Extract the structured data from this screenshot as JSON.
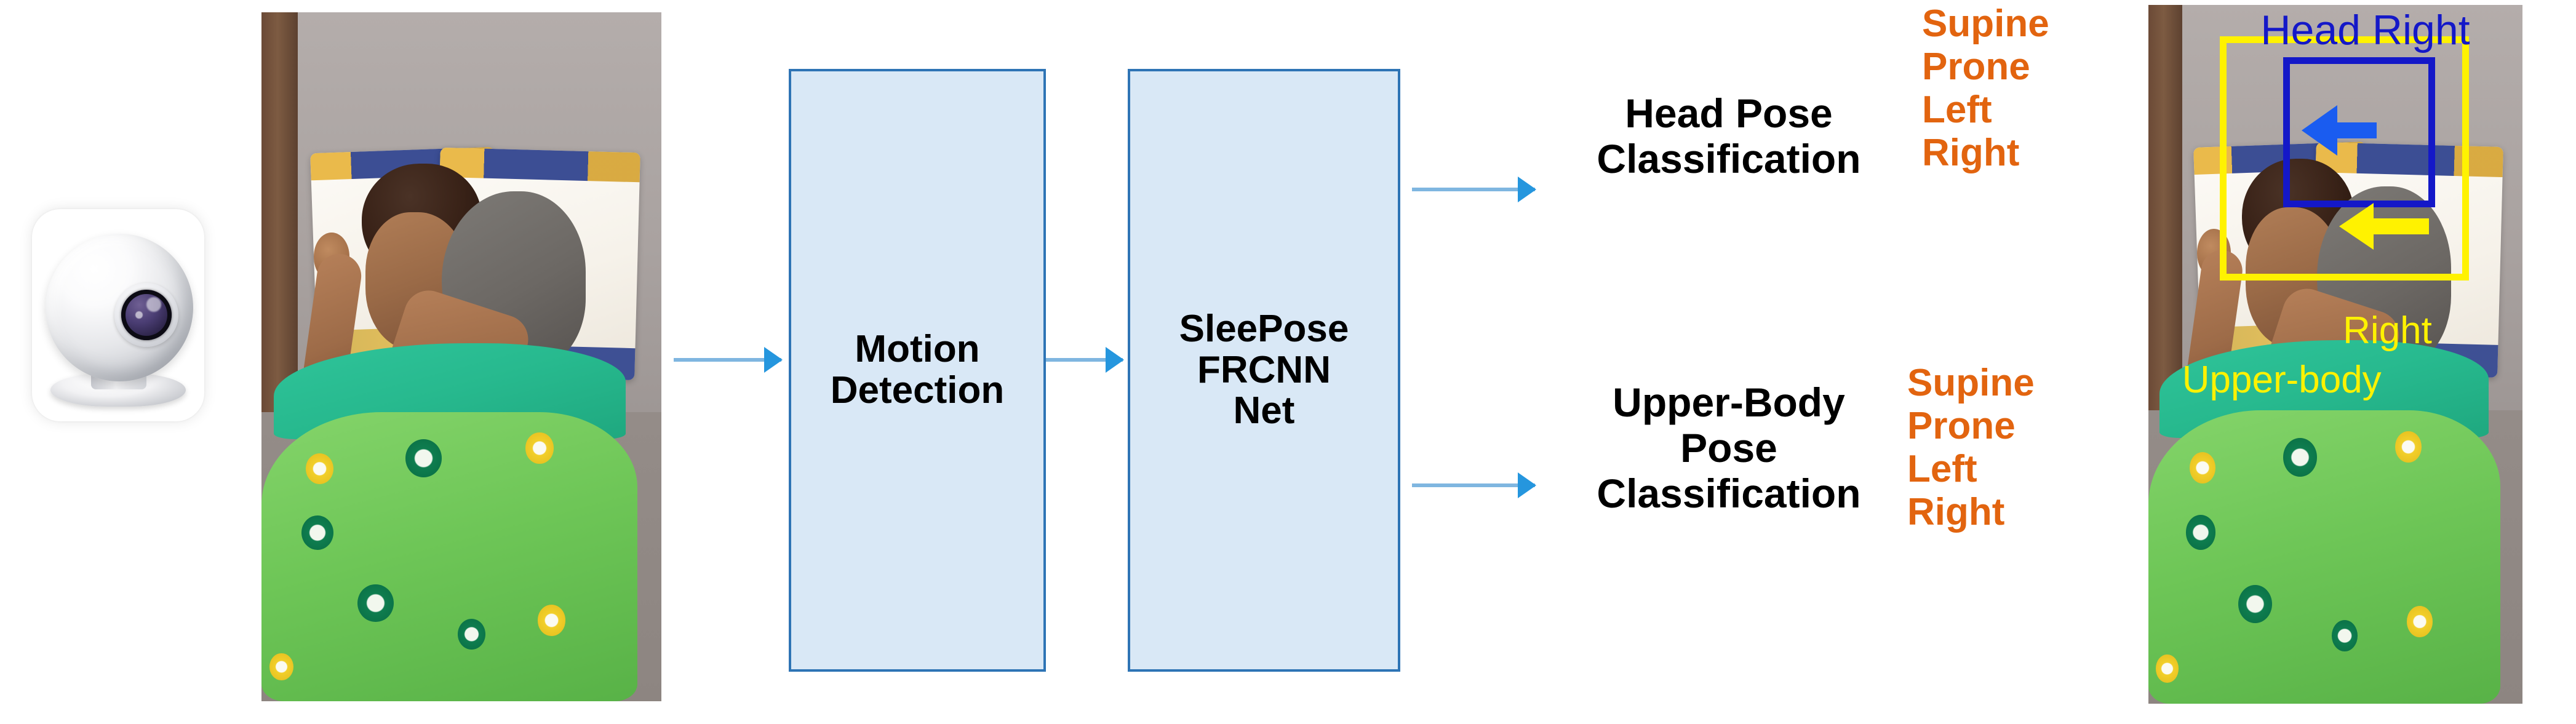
{
  "figure": {
    "title": "SleePose sleeping-posture recognition pipeline",
    "background_color": "#ffffff"
  },
  "input": {
    "camera_icon_name": "webcam-icon",
    "source_photo_name": "input-sleep-photo",
    "source_photo_alt": "Person sleeping in bed under a green flower-patterned blanket with head on a white pillow"
  },
  "pipeline": {
    "boxes": [
      {
        "id": "motion-detection",
        "label": "Motion\nDetection",
        "line1": "Motion",
        "line2": "Detection",
        "fill": "#d9e8f6",
        "border": "#2e74b5"
      },
      {
        "id": "sleepose-frcnn-net",
        "label": "SleePose FRCNN Net",
        "line1": "SleePose",
        "line2": "FRCNN",
        "line3": "Net",
        "fill": "#d9e8f6",
        "border": "#2e74b5"
      }
    ],
    "connector_color": "#2596de",
    "connector_names": [
      "camera-to-motion-detection",
      "motion-detection-to-sleepose",
      "sleepose-to-head-pose",
      "sleepose-to-upper-body-pose"
    ]
  },
  "outputs": [
    {
      "id": "head-pose",
      "title_line1": "Head Pose",
      "title_line2": "Classification",
      "classes": [
        "Supine",
        "Prone",
        "Left",
        "Right"
      ],
      "class_color": "#e2640f"
    },
    {
      "id": "upper-body-pose",
      "title_line1": "Upper-Body",
      "title_line2": "Pose",
      "title_line3": "Classification",
      "classes": [
        "Supine",
        "Prone",
        "Left",
        "Right"
      ],
      "class_color": "#e2640f"
    }
  ],
  "result": {
    "photo_name": "annotated-result-photo",
    "photo_alt": "Same sleeping scene annotated with detection boxes",
    "annotations": [
      {
        "id": "head-box",
        "kind": "bounding-box",
        "color": "#1418c8",
        "label": "Head  Right",
        "label_color": "#1418c8"
      },
      {
        "id": "upper-body-box",
        "kind": "bounding-box",
        "color": "#fff200",
        "label_line1": "Right",
        "label_line2": "Upper-body",
        "label_color": "#fff200"
      }
    ],
    "head_label": "Head  Right",
    "upper_body_label_line1": "Right",
    "upper_body_label_line2": "Upper-body",
    "head_direction_arrow": "arrow-left",
    "body_direction_arrow": "arrow-left"
  }
}
